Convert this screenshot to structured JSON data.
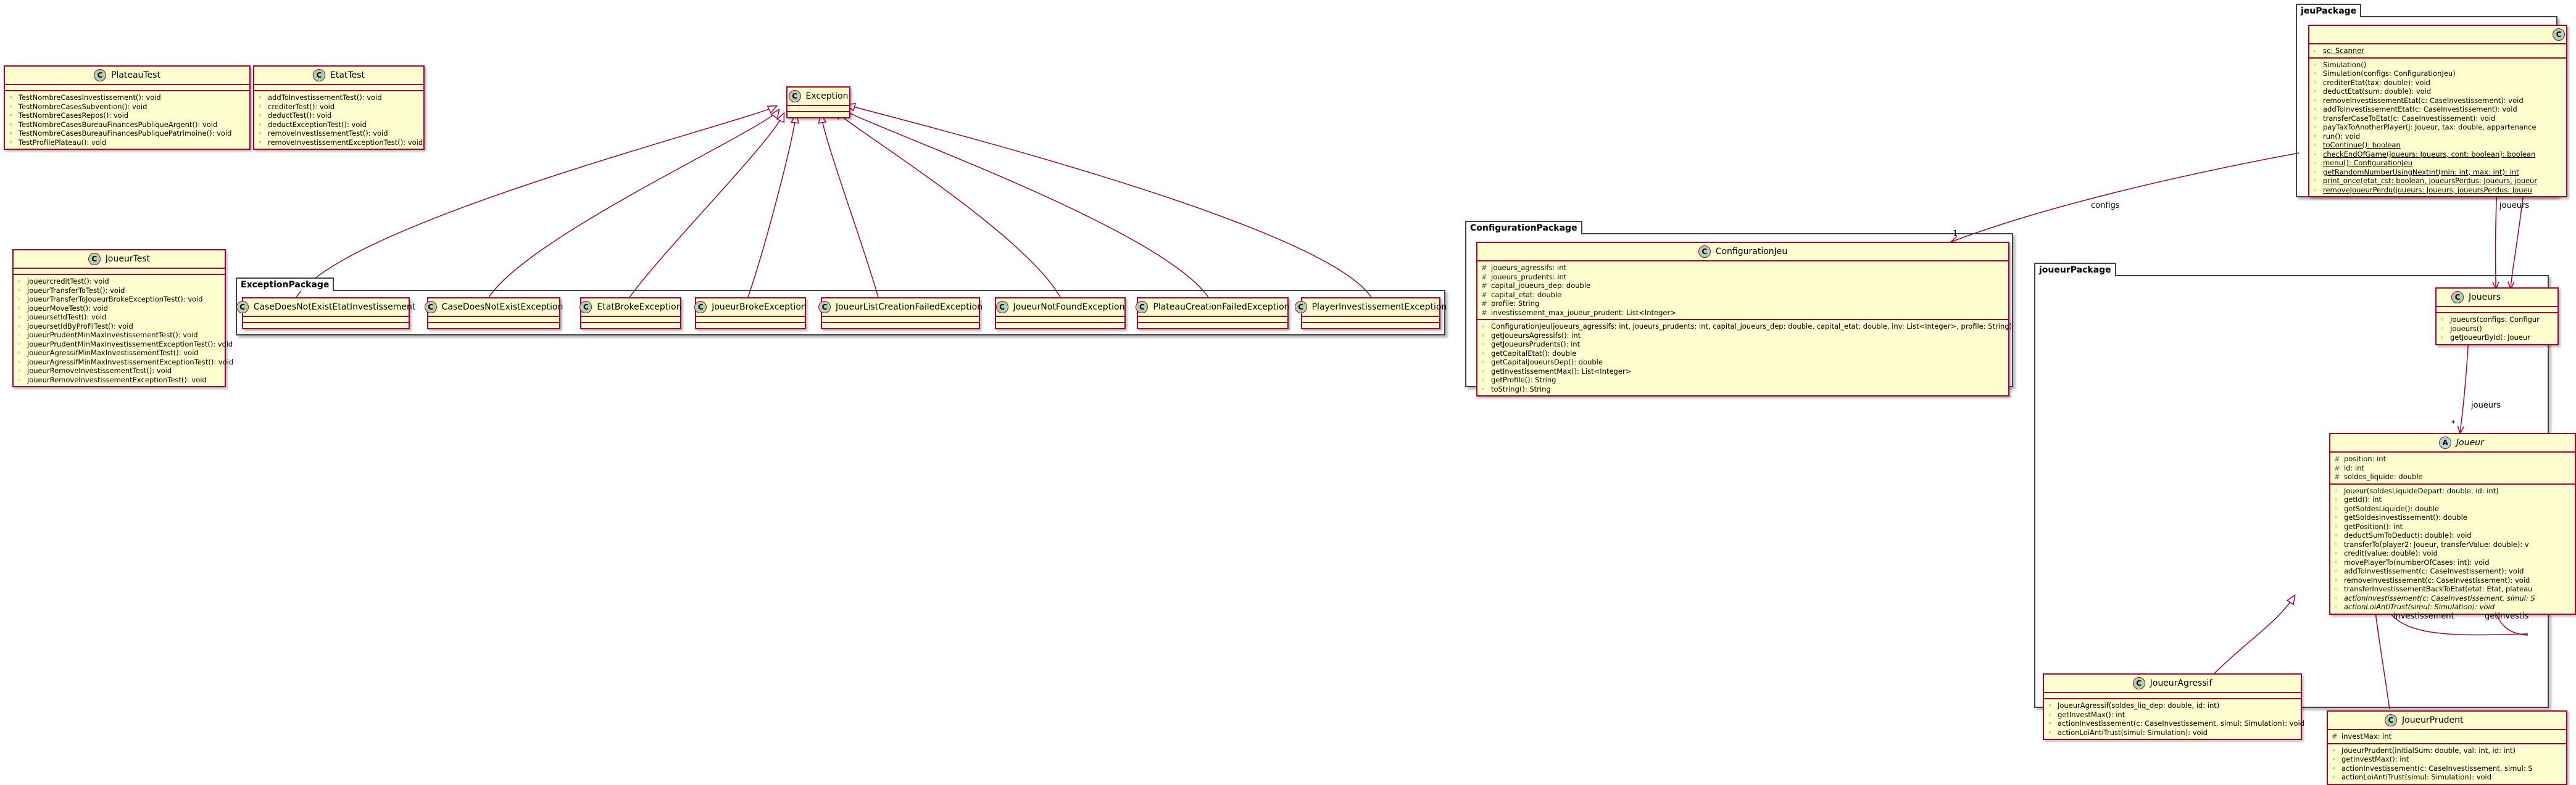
{
  "packages": {
    "exception": "ExceptionPackage",
    "configuration": "ConfigurationPackage",
    "joueur": "joueurPackage",
    "jeu": "jeuPackage"
  },
  "classes": {
    "plateau_test": {
      "name": "PlateauTest",
      "methods": [
        "TestNombreCasesInvestissement(): void",
        "TestNombreCasesSubvention(): void",
        "TestNombreCasesRepos(): void",
        "TestNombreCasesBureauFinancesPubliqueArgent(): void",
        "TestNombreCasesBureauFinancesPubliquePatrimoine(): void",
        "TestProfilePlateau(): void"
      ]
    },
    "etat_test": {
      "name": "EtatTest",
      "methods": [
        "addToInvestissementTest(): void",
        "crediterTest(): void",
        "deductTest(): void",
        "deductExceptionTest(): void",
        "removeInvestissementTest(): void",
        "removeInvestissementExceptionTest(): void"
      ]
    },
    "joueur_test": {
      "name": "JoueurTest",
      "methods": [
        "joueurcreditTest(): void",
        "joueurTransferToTest(): void",
        "joueurTransferToJoueurBrokeExceptionTest(): void",
        "joueurMoveTest(): void",
        "joueursetIdTest(): void",
        "joueursetIdByProfilTest(): void",
        "joueurPrudentMinMaxInvestissementTest(): void",
        "joueurPrudentMinMaxInvestissementExceptionTest(): void",
        "joueurAgressifMinMaxInvestissementTest(): void",
        "joueurAgressifMinMaxInvestissementExceptionTest(): void",
        "joueurRemoveInvestissementTest(): void",
        "joueurRemoveInvestissementExceptionTest(): void"
      ]
    },
    "exception": {
      "name": "Exception"
    },
    "exceptions": [
      "CaseDoesNotExistEtatInvestissement",
      "CaseDoesNotExistException",
      "EtatBrokeException",
      "JoueurBrokeException",
      "JoueurListCreationFailedException",
      "JoueurNotFoundException",
      "PlateauCreationFailedException",
      "PlayerInvestissementException"
    ],
    "configuration_jeu": {
      "name": "ConfigurationJeu",
      "fields": [
        "joueurs_agressifs: int",
        "joueurs_prudents: int",
        "capital_joueurs_dep: double",
        "capital_etat: double",
        "profile: String",
        "investissement_max_joueur_prudent: List<Integer>"
      ],
      "methods": [
        "ConfigurationJeu(joueurs_agressifs: int, joueurs_prudents: int, capital_joueurs_dep: double, capital_etat: double, inv: List<Integer>, profile: String)",
        "getJoueursAgressifs(): int",
        "getJoueursPrudents(): int",
        "getCapitalEtat(): double",
        "getCapitalJoueursDep(): double",
        "getInvestissementMax(): List<Integer>",
        "getProfile(): String",
        "toString(): String"
      ]
    },
    "simulation": {
      "fields": [
        "sc: Scanner"
      ],
      "methods": [
        "Simulation()",
        "Simulation(configs: ConfigurationJeu)",
        "crediterEtat(tax: double): void",
        "deductEtat(sum: double): void",
        "removeInvestissementEtat(c: CaseInvestissement): void",
        "addToInvestissementEtat(c: CaseInvestissement): void",
        "transferCaseToEtat(c: CaseInvestissement): void",
        "payTaxToAnotherPlayer(j: Joueur, tax: double, appartenance",
        "run(): void",
        "toContinue(): boolean",
        "checkEndOfGame(joueurs: Joueurs, cont: boolean): boolean",
        "menu(): ConfigurationJeu",
        "getRandomNumberUsingNextInt(min: int, max: int): int",
        "print_once(etat_cst: boolean, joueursPerdus: Joueurs, joueur",
        "removeJoueurPerdu(joueurs: Joueurs, joueursPerdus: Joueu"
      ]
    },
    "joueurs": {
      "name": "Joueurs",
      "methods": [
        "Joueurs(configs: Configur",
        "Joueurs()",
        "getJoueurById(: Joueur"
      ]
    },
    "joueur": {
      "name": "Joueur",
      "fields": [
        "position: int",
        "id: int",
        "soldes_liquide: double"
      ],
      "methods": [
        "Joueur(soldesLiquideDepart: double, id: int)",
        "getId(): int",
        "getSoldesLiquide(): double",
        "getSoldesInvestissement(): double",
        "getPosition(): int",
        "deductSumToDeduct(: double): void",
        "transferTo(player2: Joueur, transferValue: double): v",
        "credit(value: double): void",
        "movePlayerTo(numberOfCases: int): void",
        "addToInvestissement(c: CaseInvestissement): void",
        "removeInvestissement(c: CaseInvestissement): void",
        "transferInvestissementBackToEtat(etat: Etat, plateau",
        "actionInvestissement(c: CaseInvestissement, simul: S",
        "actionLoiAntiTrust(simul: Simulation): void"
      ]
    },
    "joueur_agressif": {
      "name": "JoueurAgressif",
      "methods": [
        "JoueurAgressif(soldes_liq_dep: double, id: int)",
        "getInvestMax(): int",
        "actionInvestissement(c: CaseInvestissement, simul: Simulation): void",
        "actionLoiAntiTrust(simul: Simulation): void"
      ]
    },
    "joueur_prudent": {
      "name": "JoueurPrudent",
      "fields": [
        "investMax: int"
      ],
      "methods": [
        "JoueurPrudent(initialSum: double, val: int, id: int)",
        "getInvestMax(): int",
        "actionInvestissement(c: CaseInvestissement, simul: S",
        "actionLoiAntiTrust(simul: Simulation): void"
      ]
    }
  },
  "relations": {
    "configs": "configs",
    "configs_mult": "1",
    "joueurs": "joueurs",
    "joueurs_assoc": "joueurs",
    "joueurs_mult": "*",
    "investissement": "investissement",
    "get_investissement": "getInvestis"
  }
}
